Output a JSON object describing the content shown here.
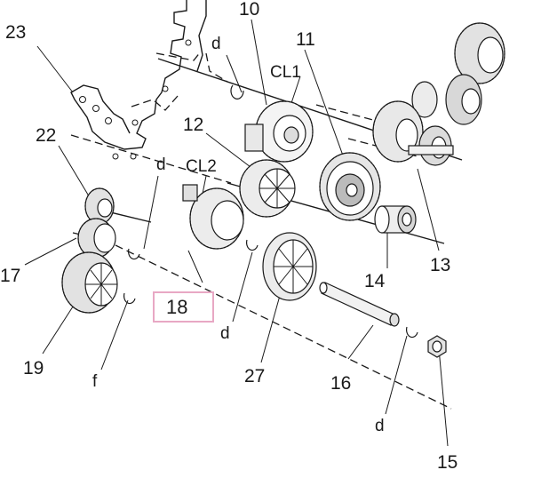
{
  "diagram": {
    "callouts": {
      "n23": "23",
      "n10": "10",
      "d_top": "d",
      "n11": "11",
      "cl1": "CL1",
      "n22": "22",
      "n12": "12",
      "d_mid": "d",
      "cl2": "CL2",
      "n17": "17",
      "n13": "13",
      "n14": "14",
      "n18": "18",
      "d_low": "d",
      "n19": "19",
      "f": "f",
      "n27": "27",
      "n16": "16",
      "d_bottom": "d",
      "n15": "15"
    },
    "highlight_color": "#e8a8c4"
  }
}
